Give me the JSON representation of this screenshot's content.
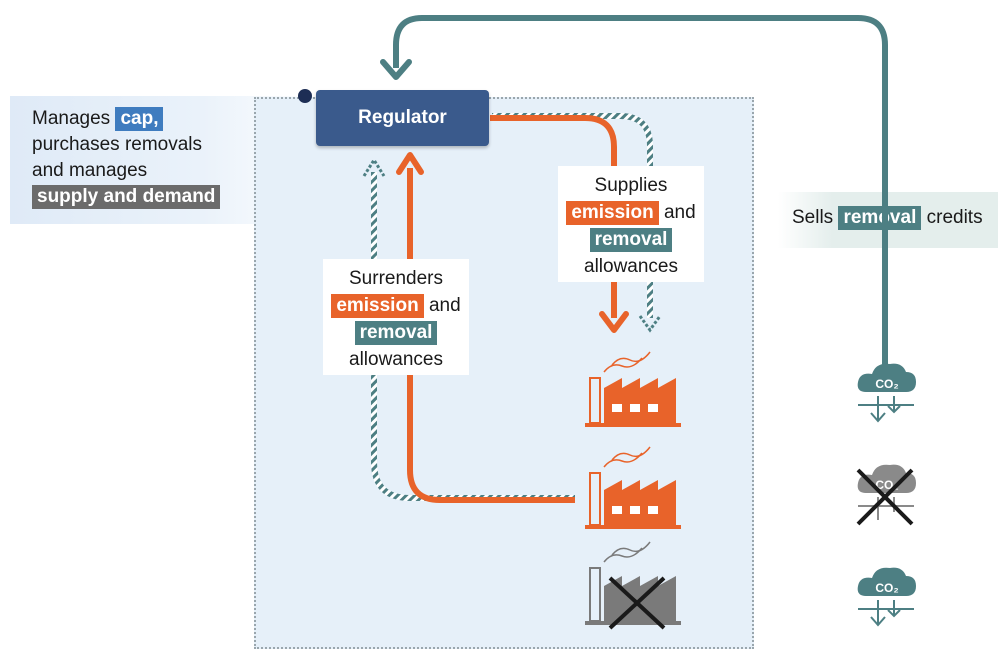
{
  "regulator": {
    "label": "Regulator"
  },
  "left_note": {
    "line1_prefix": "Manages",
    "line1_highlight": "cap,",
    "line2": "purchases removals",
    "line3": "and manages",
    "line4_highlight": "supply and demand"
  },
  "right_note": {
    "prefix": "Sells",
    "highlight": "removal",
    "suffix": "credits"
  },
  "surrenders_box": {
    "line1": "Surrenders",
    "emission": "emission",
    "and": "and",
    "removal": "removal",
    "line4": "allowances"
  },
  "supplies_box": {
    "line1": "Supplies",
    "emission": "emission",
    "and": "and",
    "removal": "removal",
    "line4": "allowances"
  },
  "co2_label": "CO₂",
  "colors": {
    "orange": "#e8632a",
    "teal": "#4d7f83",
    "navy": "#3a5a8c",
    "grey": "#7a7a7a",
    "panel": "#e6f0f9"
  }
}
